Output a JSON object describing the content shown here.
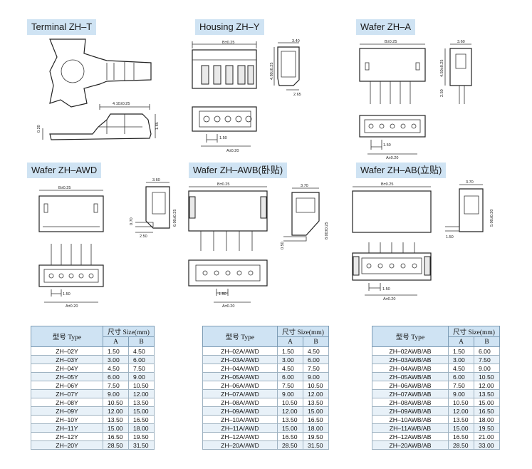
{
  "panels": [
    {
      "title": "Terminal ZH–T"
    },
    {
      "title": "Housing ZH–Y"
    },
    {
      "title": "Wafer ZH–A"
    },
    {
      "title": "Wafer ZH–AWD"
    },
    {
      "title": "Wafer ZH–AWB(卧贴)"
    },
    {
      "title": "Wafer ZH–AB(立贴)"
    }
  ],
  "dims": {
    "t_410": "4.10±0.25",
    "t_020": "0.20",
    "t_185": "1.85",
    "y_b": "B±0.25",
    "y_340": "3.40",
    "y_480": "4.80±0.25",
    "y_265": "2.65",
    "y_150": "1.50",
    "y_a": "A±0.20",
    "a_b": "B±0.25",
    "a_360": "3.60",
    "a_450": "4.50±0.25",
    "a_250": "2.50",
    "a_150": "1.50",
    "a_a": "A±0.20",
    "awd_b": "B±0.25",
    "awd_360": "3.60",
    "awd_600": "6.00±0.25",
    "awd_070": "0.70",
    "awd_250": "2.50",
    "awd_150": "1.50",
    "awd_a": "A±0.20",
    "awb_b": "B±0.25",
    "awb_370": "3.70",
    "awb_800": "8.00±0.25",
    "awb_050": "0.50",
    "awb_150": "1.50",
    "awb_a": "A±0.20",
    "ab_b": "B±0.25",
    "ab_370": "3.70",
    "ab_500": "5.00±0.20",
    "ab_150a": "1.50",
    "ab_150": "1.50",
    "ab_a": "A±0.20"
  },
  "tables": [
    {
      "header_type": "型号 Type",
      "header_size": "尺寸 Size(mm)",
      "col_a": "A",
      "col_b": "B",
      "rows": [
        [
          "ZH–02Y",
          "1.50",
          "4.50"
        ],
        [
          "ZH–03Y",
          "3.00",
          "6.00"
        ],
        [
          "ZH–04Y",
          "4.50",
          "7.50"
        ],
        [
          "ZH–05Y",
          "6.00",
          "9.00"
        ],
        [
          "ZH–06Y",
          "7.50",
          "10.50"
        ],
        [
          "ZH–07Y",
          "9.00",
          "12.00"
        ],
        [
          "ZH–08Y",
          "10.50",
          "13.50"
        ],
        [
          "ZH–09Y",
          "12.00",
          "15.00"
        ],
        [
          "ZH–10Y",
          "13.50",
          "16.50"
        ],
        [
          "ZH–11Y",
          "15.00",
          "18.00"
        ],
        [
          "ZH–12Y",
          "16.50",
          "19.50"
        ],
        [
          "ZH–20Y",
          "28.50",
          "31.50"
        ]
      ]
    },
    {
      "header_type": "型号 Type",
      "header_size": "尺寸 Size(mm)",
      "col_a": "A",
      "col_b": "B",
      "rows": [
        [
          "ZH–02A/AWD",
          "1.50",
          "4.50"
        ],
        [
          "ZH–03A/AWD",
          "3.00",
          "6.00"
        ],
        [
          "ZH–04A/AWD",
          "4.50",
          "7.50"
        ],
        [
          "ZH–05A/AWD",
          "6.00",
          "9.00"
        ],
        [
          "ZH–06A/AWD",
          "7.50",
          "10.50"
        ],
        [
          "ZH–07A/AWD",
          "9.00",
          "12.00"
        ],
        [
          "ZH–08A/AWD",
          "10.50",
          "13.50"
        ],
        [
          "ZH–09A/AWD",
          "12.00",
          "15.00"
        ],
        [
          "ZH–10A/AWD",
          "13.50",
          "16.50"
        ],
        [
          "ZH–11A/AWD",
          "15.00",
          "18.00"
        ],
        [
          "ZH–12A/AWD",
          "16.50",
          "19.50"
        ],
        [
          "ZH–20A/AWD",
          "28.50",
          "31.50"
        ]
      ]
    },
    {
      "header_type": "型号 Type",
      "header_size": "尺寸 Size(mm)",
      "col_a": "A",
      "col_b": "B",
      "rows": [
        [
          "ZH–02AWB/AB",
          "1.50",
          "6.00"
        ],
        [
          "ZH–03AWB/AB",
          "3.00",
          "7.50"
        ],
        [
          "ZH–04AWB/AB",
          "4.50",
          "9.00"
        ],
        [
          "ZH–05AWB/AB",
          "6.00",
          "10.50"
        ],
        [
          "ZH–06AWB/AB",
          "7.50",
          "12.00"
        ],
        [
          "ZH–07AWB/AB",
          "9.00",
          "13.50"
        ],
        [
          "ZH–08AWB/AB",
          "10.50",
          "15.00"
        ],
        [
          "ZH–09AWB/AB",
          "12.00",
          "16.50"
        ],
        [
          "ZH–10AWB/AB",
          "13.50",
          "18.00"
        ],
        [
          "ZH–11AWB/AB",
          "15.00",
          "19.50"
        ],
        [
          "ZH–12AWB/AB",
          "16.50",
          "21.00"
        ],
        [
          "ZH–20AWB/AB",
          "28.50",
          "33.00"
        ]
      ]
    }
  ]
}
